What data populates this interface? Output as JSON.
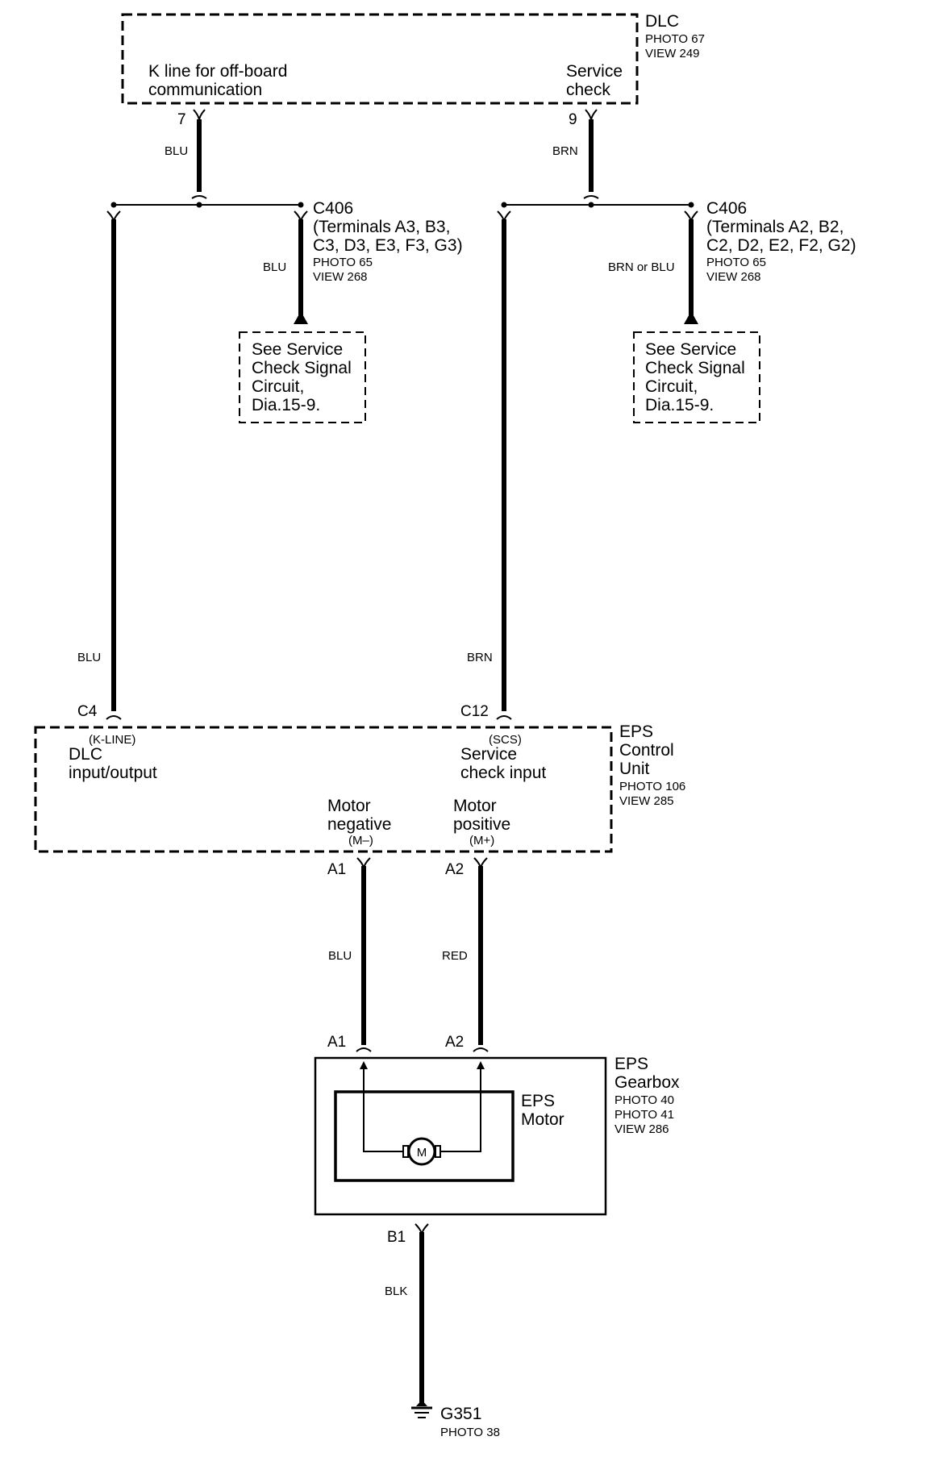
{
  "dlc": {
    "name": "DLC",
    "photo": "PHOTO 67",
    "view": "VIEW 249",
    "kline_label_line1": "K line for off-board",
    "kline_label_line2": "communication",
    "service_label_line1": "Service",
    "service_label_line2": "check",
    "pin_kline": "7",
    "pin_service": "9"
  },
  "wires": {
    "dlc_kline_color": "BLU",
    "dlc_service_color": "BRN",
    "c406_left_color": "BLU",
    "c406_right_color": "BRN or BLU",
    "long_left_color": "BLU",
    "long_right_color": "BRN",
    "motor_neg_color": "BLU",
    "motor_pos_color": "RED",
    "ground_color": "BLK"
  },
  "c406_left": {
    "name": "C406",
    "terminals_line1": "(Terminals A3, B3,",
    "terminals_line2": "C3, D3, E3, F3, G3)",
    "photo": "PHOTO 65",
    "view": "VIEW 268",
    "ref_line1": "See Service",
    "ref_line2": "Check Signal",
    "ref_line3": "Circuit,",
    "ref_line4": "Dia.15-9."
  },
  "c406_right": {
    "name": "C406",
    "terminals_line1": "(Terminals A2, B2,",
    "terminals_line2": "C2, D2, E2, F2, G2)",
    "photo": "PHOTO 65",
    "view": "VIEW 268",
    "ref_line1": "See Service",
    "ref_line2": "Check Signal",
    "ref_line3": "Circuit,",
    "ref_line4": "Dia.15-9."
  },
  "eps_control_unit": {
    "name_line1": "EPS",
    "name_line2": "Control",
    "name_line3": "Unit",
    "photo": "PHOTO 106",
    "view": "VIEW 285",
    "pin_c4": "C4",
    "pin_c12": "C12",
    "kline_tag": "(K-LINE)",
    "dlc_io_line1": "DLC",
    "dlc_io_line2": "input/output",
    "scs_tag": "(SCS)",
    "service_in_line1": "Service",
    "service_in_line2": "check input",
    "motor_neg_line1": "Motor",
    "motor_neg_line2": "negative",
    "motor_neg_tag": "(M–)",
    "motor_pos_line1": "Motor",
    "motor_pos_line2": "positive",
    "motor_pos_tag": "(M+)",
    "pin_a1": "A1",
    "pin_a2": "A2"
  },
  "eps_gearbox": {
    "name_line1": "EPS",
    "name_line2": "Gearbox",
    "photo1": "PHOTO 40",
    "photo2": "PHOTO 41",
    "view": "VIEW 286",
    "pin_a1": "A1",
    "pin_a2": "A2",
    "pin_b1": "B1",
    "motor_line1": "EPS",
    "motor_line2": "Motor",
    "motor_symbol": "M"
  },
  "ground": {
    "name": "G351",
    "photo": "PHOTO 38"
  }
}
